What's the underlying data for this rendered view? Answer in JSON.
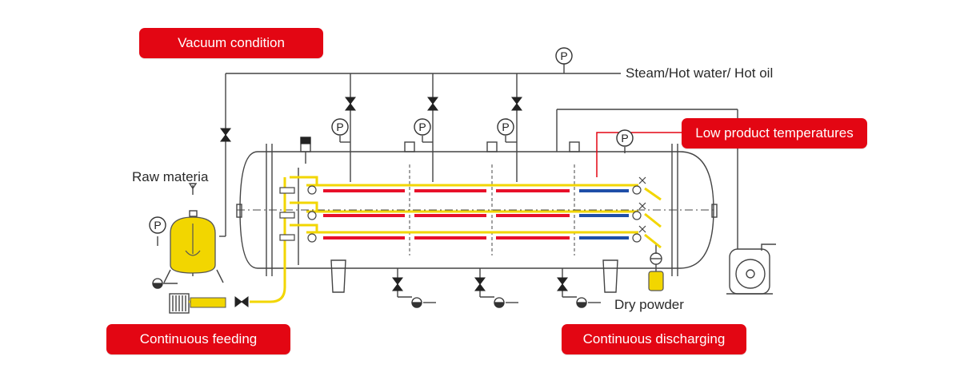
{
  "labels": {
    "vacuum": "Vacuum condition",
    "low_temp": "Low product temperatures",
    "feeding": "Continuous feeding",
    "discharging": "Continuous discharging",
    "steam": "Steam/Hot water/ Hot oil",
    "raw": "Raw materia",
    "dry": "Dry powder",
    "gauge": "P"
  },
  "colors": {
    "badge": "#e30613",
    "line": "#444444",
    "feed": "#f2d600",
    "hot": "#e8102a",
    "cool": "#1f4fa8"
  }
}
